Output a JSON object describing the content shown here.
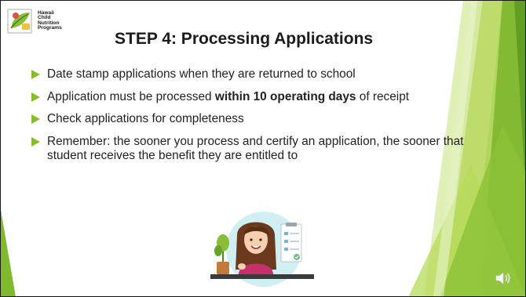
{
  "logo": {
    "text_lines": [
      "Hawaii",
      "Child",
      "Nutrition",
      "Programs"
    ],
    "icon": "green-leaf-logo-icon"
  },
  "slide": {
    "title": "STEP 4: Processing Applications",
    "bullets": [
      {
        "before": "Date stamp applications when they are returned to school",
        "bold": "",
        "after": ""
      },
      {
        "before": "Application must be processed ",
        "bold": "within 10 operating days",
        "after": " of receipt"
      },
      {
        "before": "Check applications for completeness",
        "bold": "",
        "after": ""
      },
      {
        "before": "Remember: the sooner you process and certify an application, the sooner that student receives the benefit they are entitled to",
        "bold": "",
        "after": ""
      }
    ],
    "illustration": "woman-reviewing-checklist-illustration",
    "audio_icon": "speaker-icon"
  },
  "colors": {
    "accent": "#86be2b",
    "deco_dark": "#6fa82a",
    "deco_light": "#c4e06a",
    "text": "#222222"
  }
}
